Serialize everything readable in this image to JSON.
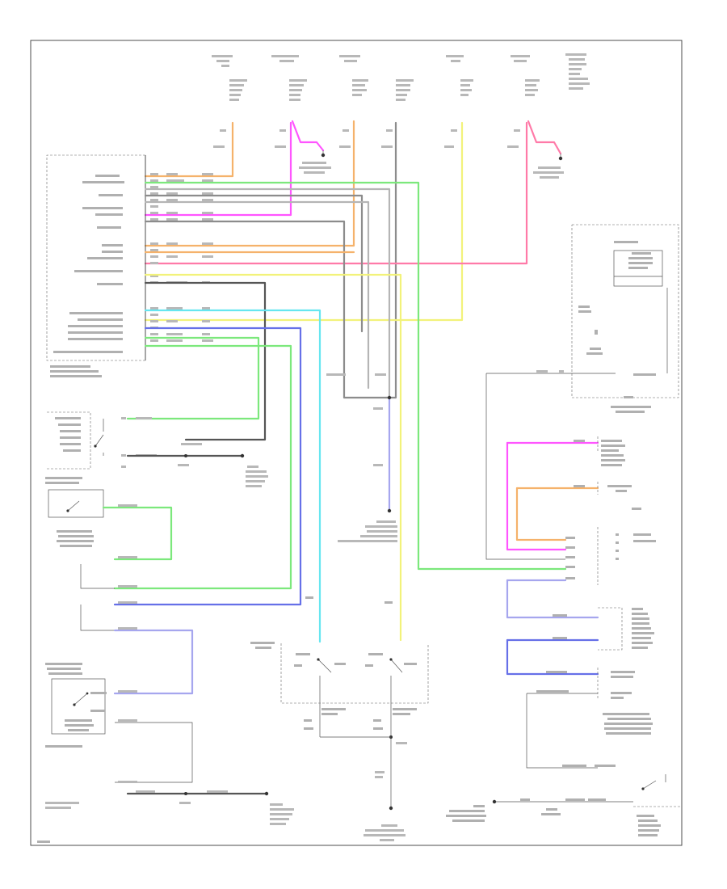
{
  "title": "",
  "wire_colors": {
    "orange": "#f5b26b",
    "green": "#7ce87c",
    "gray": "#8c8c8c",
    "gray_light": "#b5b5b5",
    "magenta": "#ff55ff",
    "pink": "#ff7aa8",
    "yellow": "#f2f27a",
    "cyan": "#66e6f0",
    "blue": "#6670e8",
    "lavender": "#a6a6ee",
    "black": "#333333"
  },
  "icons": [
    "ground-symbol",
    "switch-symbol",
    "connector-dot"
  ]
}
